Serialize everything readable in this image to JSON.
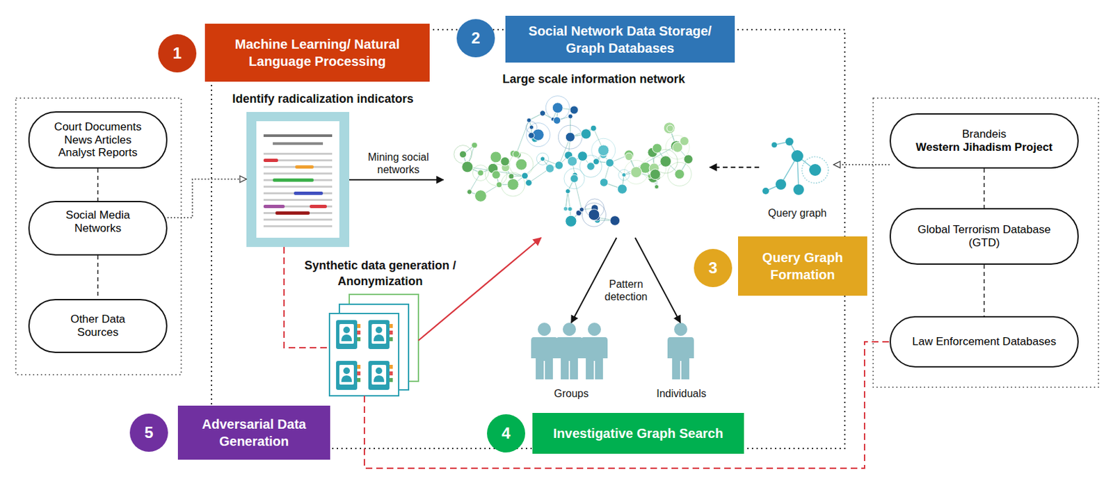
{
  "diagram": {
    "nodes": [
      {
        "text": [
          "Machine Learning/ Natural Language Processing"
        ]
      },
      {
        "text": [
          "Social Network Data Storage/ Graph Databases"
        ]
      },
      {
        "text": [
          "Query Graph Formation"
        ]
      },
      {
        "text": [
          "Investigative Graph Search"
        ]
      },
      {
        "text": [
          "Adversarial Data Generation"
        ]
      },
      {
        "text": [
          "Court Documents News Articles Analyst Reports"
        ]
      },
      {
        "text": [
          "Social Media Networks"
        ]
      },
      {
        "text": [
          "Other Data Sources"
        ]
      },
      {
        "text": [
          "Brandeis",
          "Western Jihadism Project"
        ]
      },
      {
        "text": [
          "Global Terrorism Database (GTD)"
        ]
      },
      {
        "text": [
          "Law Enforcement Databases"
        ]
      },
      {
        "text": [
          "Identify radicalization indicators"
        ]
      },
      {
        "text": [
          "Large scale information network"
        ]
      },
      {
        "text": [
          "Query graph"
        ]
      },
      {
        "text": [
          "Synthetic data generation / Anonymization"
        ]
      },
      {
        "text": [
          "Groups"
        ]
      },
      {
        "text": [
          "Individuals"
        ]
      }
    ],
    "edges": [
      {
        "from": 5,
        "to": 6,
        "arrow": "none"
      },
      {
        "from": 6,
        "to": 7,
        "arrow": "none"
      },
      {
        "from": 8,
        "to": 9,
        "arrow": "none"
      },
      {
        "from": 9,
        "to": 10,
        "arrow": "none"
      },
      {
        "from": 6,
        "to": 11,
        "arrow": "to"
      },
      {
        "from": 11,
        "to": 12,
        "label": "Mining social networks",
        "arrow": "to"
      },
      {
        "from": 13,
        "to": 12,
        "arrow": "to"
      },
      {
        "from": 8,
        "to": 13,
        "arrow": "to"
      },
      {
        "from": 12,
        "to": 15,
        "arrow": "to"
      },
      {
        "from": 12,
        "to": 16,
        "arrow": "to"
      },
      {
        "from": 11,
        "to": 14,
        "arrow": "none"
      },
      {
        "from": 14,
        "to": 12,
        "arrow": "to"
      },
      {
        "from": 14,
        "to": 10,
        "arrow": "none"
      }
    ],
    "labels": [
      "1",
      "2",
      "3",
      "4",
      "5",
      "Pattern detection"
    ]
  }
}
